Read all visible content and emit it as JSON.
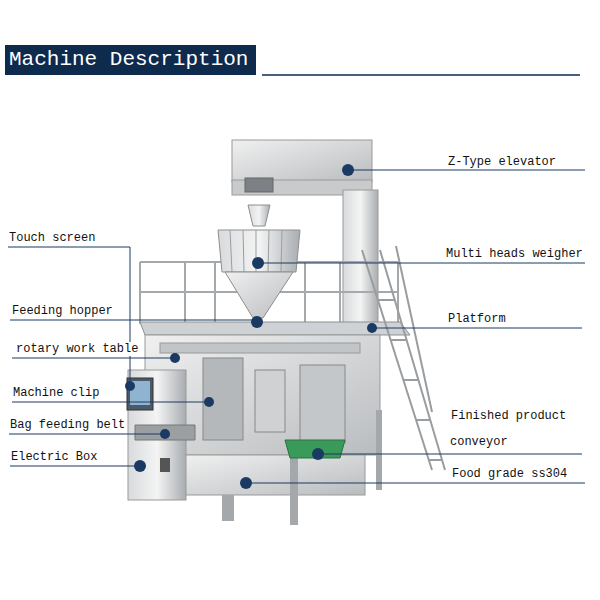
{
  "diagram": {
    "title": "Machine Description",
    "labels": [
      "Z-Type elevator",
      "Touch screen",
      "Multi heads weigher",
      "Feeding hopper",
      "Platform",
      "rotary work table",
      "Machine clip",
      "Finished product conveyor",
      "Bag feeding belt",
      "Electric Box",
      "Food grade ss304"
    ]
  }
}
